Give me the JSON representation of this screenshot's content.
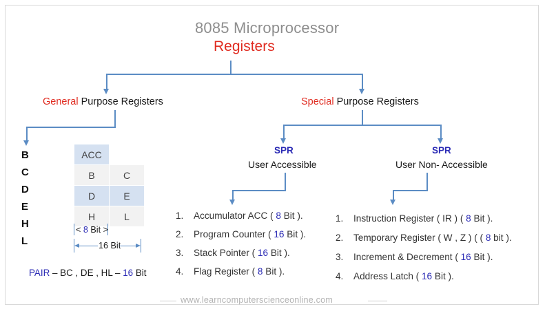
{
  "header": {
    "title": "8085 Microprocessor",
    "subtitle": "Registers"
  },
  "branches": {
    "left": {
      "highlight": "General",
      "rest": "Purpose Registers"
    },
    "right": {
      "highlight": "Special",
      "rest": "Purpose Registers"
    }
  },
  "spr": {
    "user_accessible": {
      "tag": "SPR",
      "label": "User  Accessible"
    },
    "user_non_accessible": {
      "tag": "SPR",
      "label": "User  Non- Accessible"
    }
  },
  "general_registers": {
    "letters": [
      "B",
      "C",
      "D",
      "E",
      "H",
      "L"
    ],
    "table": {
      "acc": "ACC",
      "rows": [
        {
          "left": "B",
          "right": "C"
        },
        {
          "left": "D",
          "right": "E"
        },
        {
          "left": "H",
          "right": "L"
        }
      ]
    },
    "dim_8bit": {
      "open": "<",
      "num": "8",
      "unit": "Bit",
      "close": ">"
    },
    "dim_16bit": {
      "num": "16",
      "unit": "Bit"
    },
    "pair_note": {
      "label": "PAIR",
      "dash1": " – ",
      "pairs": "BC , DE , HL",
      "dash2": " – ",
      "bits": "16",
      "unit": " Bit"
    }
  },
  "accessible_list": [
    {
      "num": "1.",
      "pre": "Accumulator  ACC ( ",
      "bits": "8",
      "post": " Bit )."
    },
    {
      "num": "2.",
      "pre": "Program Counter ( ",
      "bits": "16",
      "post": " Bit )."
    },
    {
      "num": "3.",
      "pre": "Stack Pointer ( ",
      "bits": "16",
      "post": " Bit )."
    },
    {
      "num": "4.",
      "pre": "Flag Register ( ",
      "bits": "8",
      "post": " Bit )."
    }
  ],
  "non_accessible_list": [
    {
      "num": "1.",
      "pre": "Instruction Register ( IR ) ( ",
      "bits": "8",
      "post": " Bit )."
    },
    {
      "num": "2.",
      "pre": "Temporary  Register ( W , Z ) ( ( ",
      "bits": "8",
      "post": " bit )."
    },
    {
      "num": "3.",
      "pre": "Increment & Decrement ( ",
      "bits": "16",
      "post": " Bit )."
    },
    {
      "num": "4.",
      "pre": "Address Latch ( ",
      "bits": "16",
      "post": " Bit )."
    }
  ],
  "footer": {
    "url": "www.learncomputerscienceonline.com"
  },
  "colors": {
    "accent_red": "#e02b20",
    "accent_blue": "#2b2bb5",
    "connector": "#5b8cc4",
    "title_gray": "#8e8e8e",
    "cell_blue": "#d5e1f1",
    "cell_gray": "#f2f2f2"
  }
}
